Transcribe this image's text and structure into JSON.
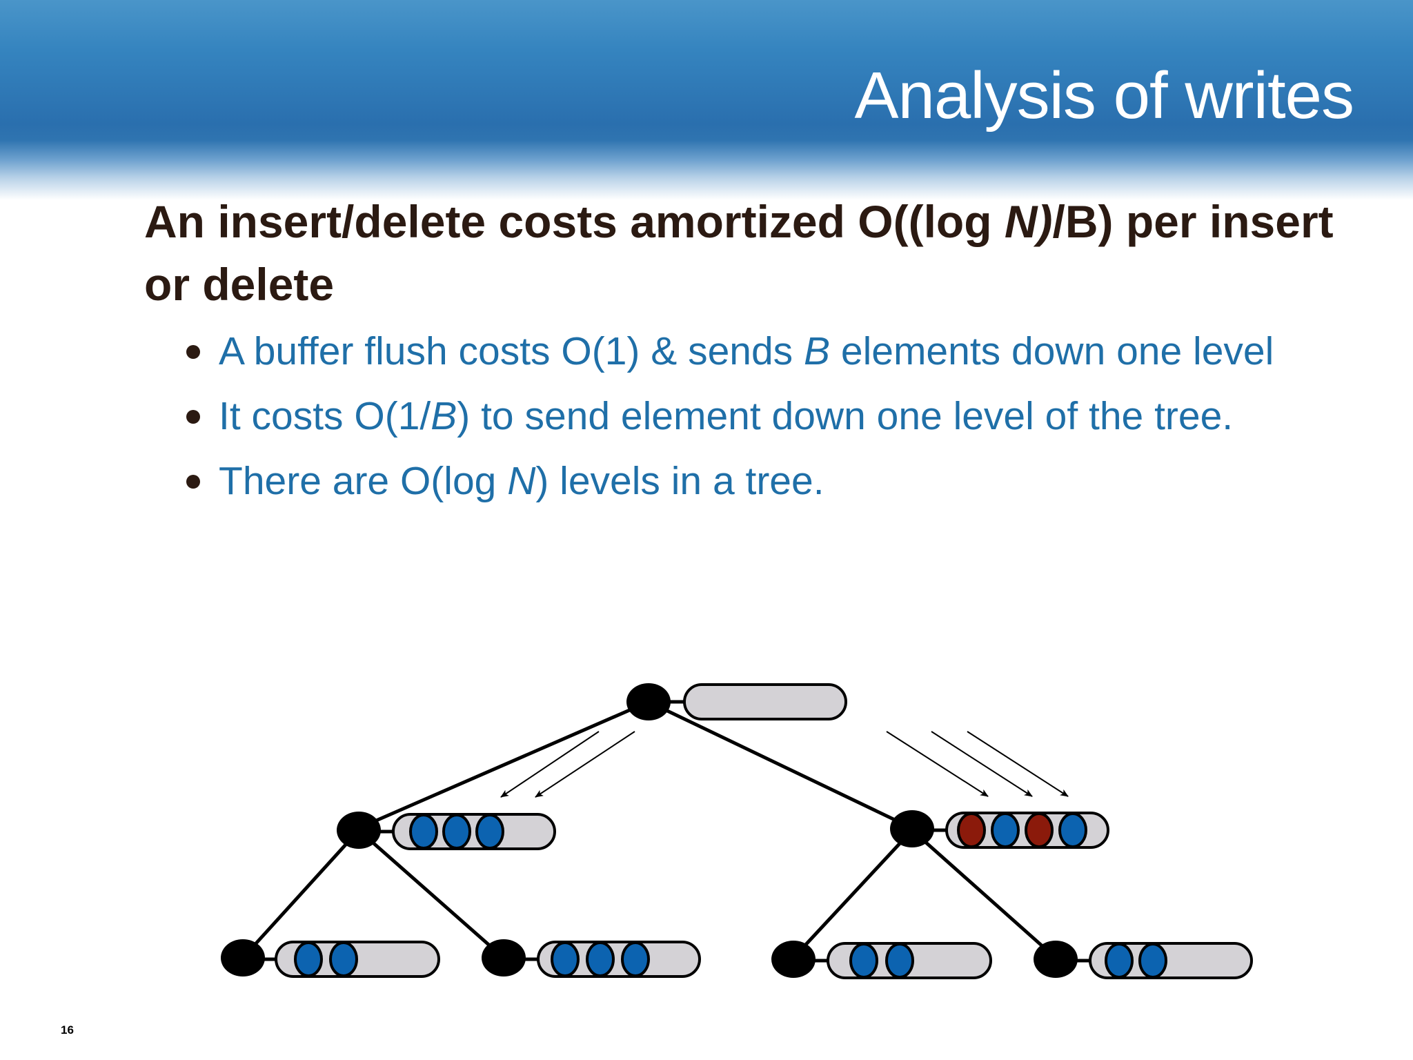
{
  "slide": {
    "title": "Analysis of writes",
    "heading": {
      "part1": "An insert/delete costs amortized O((log ",
      "italic": "N)",
      "part2": "/B) per insert or delete"
    },
    "bullets": [
      {
        "pre": "A buffer flush costs O(1) & sends ",
        "italic": "B",
        "post": " elements down one level"
      },
      {
        "pre": "It costs O(1/",
        "italic": "B",
        "post": ") to send element down one level of the tree."
      },
      {
        "pre": "There are O(log ",
        "italic": "N",
        "post": ") levels in a tree."
      }
    ],
    "slide_number": "16"
  },
  "colors": {
    "header_blue": "#2a6fae",
    "heading_text": "#2b1a12",
    "bullet_text": "#1f6fa8",
    "element_blue": "#0c63b0",
    "element_red": "#8b1a0b",
    "buffer_fill": "#d4d2d6"
  },
  "tree": {
    "root_buffer_elements": [],
    "level1_buffers": [
      [
        "blue",
        "blue",
        "blue"
      ],
      [
        "red",
        "blue",
        "red",
        "blue"
      ]
    ],
    "level2_buffers": [
      [
        "blue",
        "blue"
      ],
      [
        "blue",
        "blue",
        "blue"
      ],
      [
        "blue",
        "blue"
      ],
      [
        "blue",
        "blue"
      ]
    ]
  }
}
